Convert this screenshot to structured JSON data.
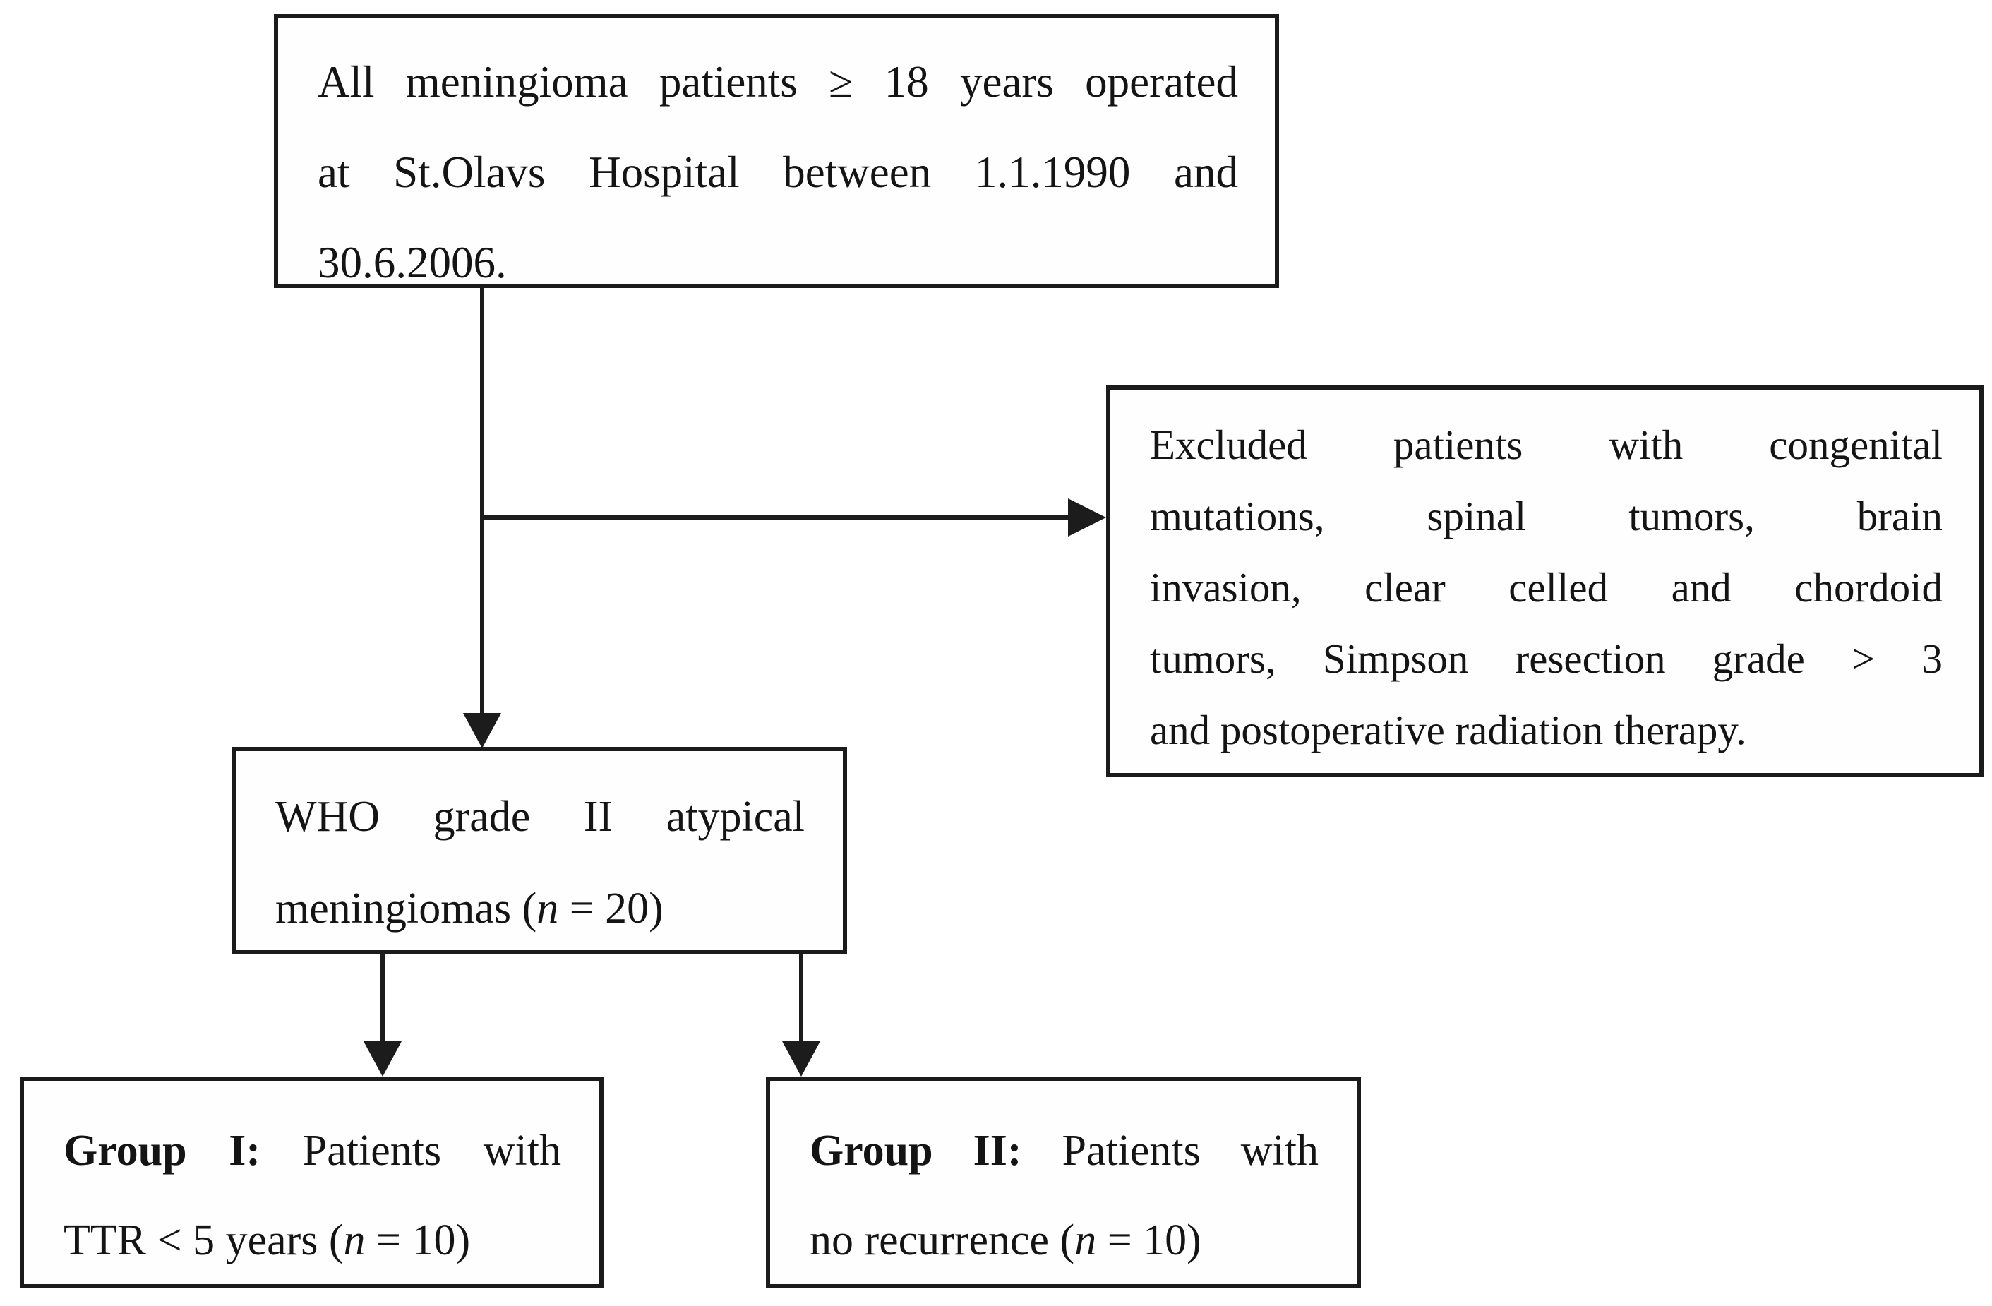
{
  "diagram": {
    "type": "flowchart",
    "background_color": "#ffffff",
    "line_color": "#1c1c1c",
    "box_border_color": "#1b1b1b",
    "text_color": "#141414",
    "boxes": {
      "population": {
        "role": "source population",
        "lines": [
          [
            {
              "t": "All meningioma patients ≥ 18 years operated"
            }
          ],
          [
            {
              "t": "at St.Olavs Hospital between 1.1.1990 and"
            }
          ],
          [
            {
              "t": "30.6.2006."
            }
          ]
        ]
      },
      "excluded": {
        "role": "exclusion criteria",
        "lines": [
          [
            {
              "t": "Excluded patients with congenital"
            }
          ],
          [
            {
              "t": "mutations, spinal tumors, brain"
            }
          ],
          [
            {
              "t": "invasion, clear celled and chordoid"
            }
          ],
          [
            {
              "t": "tumors, Simpson resection grade > 3"
            }
          ],
          [
            {
              "t": "and postoperative radiation therapy."
            }
          ]
        ]
      },
      "cohort": {
        "role": "included cohort",
        "n": 20,
        "lines": [
          [
            {
              "t": "WHO grade II atypical"
            }
          ],
          [
            {
              "t": "meningiomas ("
            },
            {
              "i": "n"
            },
            {
              "t": " = 20)"
            }
          ]
        ]
      },
      "group1": {
        "role": "study group",
        "n": 10,
        "lines": [
          [
            {
              "b": "Group I:"
            },
            {
              "t": " Patients with"
            }
          ],
          [
            {
              "t": "TTR < 5 years ("
            },
            {
              "i": "n"
            },
            {
              "t": " = 10)"
            }
          ]
        ]
      },
      "group2": {
        "role": "comparison group",
        "n": 10,
        "lines": [
          [
            {
              "b": "Group II:"
            },
            {
              "t": " Patients with"
            }
          ],
          [
            {
              "t": "no recurrence ("
            },
            {
              "i": "n"
            },
            {
              "t": " = 10)"
            }
          ]
        ]
      }
    },
    "connectors": [
      {
        "from": "population",
        "to": "cohort",
        "shape": "vertical-arrow"
      },
      {
        "from": "population-trunk",
        "to": "excluded",
        "shape": "horizontal-arrow"
      },
      {
        "from": "cohort",
        "to": "group1",
        "shape": "vertical-arrow"
      },
      {
        "from": "cohort",
        "to": "group2",
        "shape": "vertical-arrow"
      }
    ]
  }
}
